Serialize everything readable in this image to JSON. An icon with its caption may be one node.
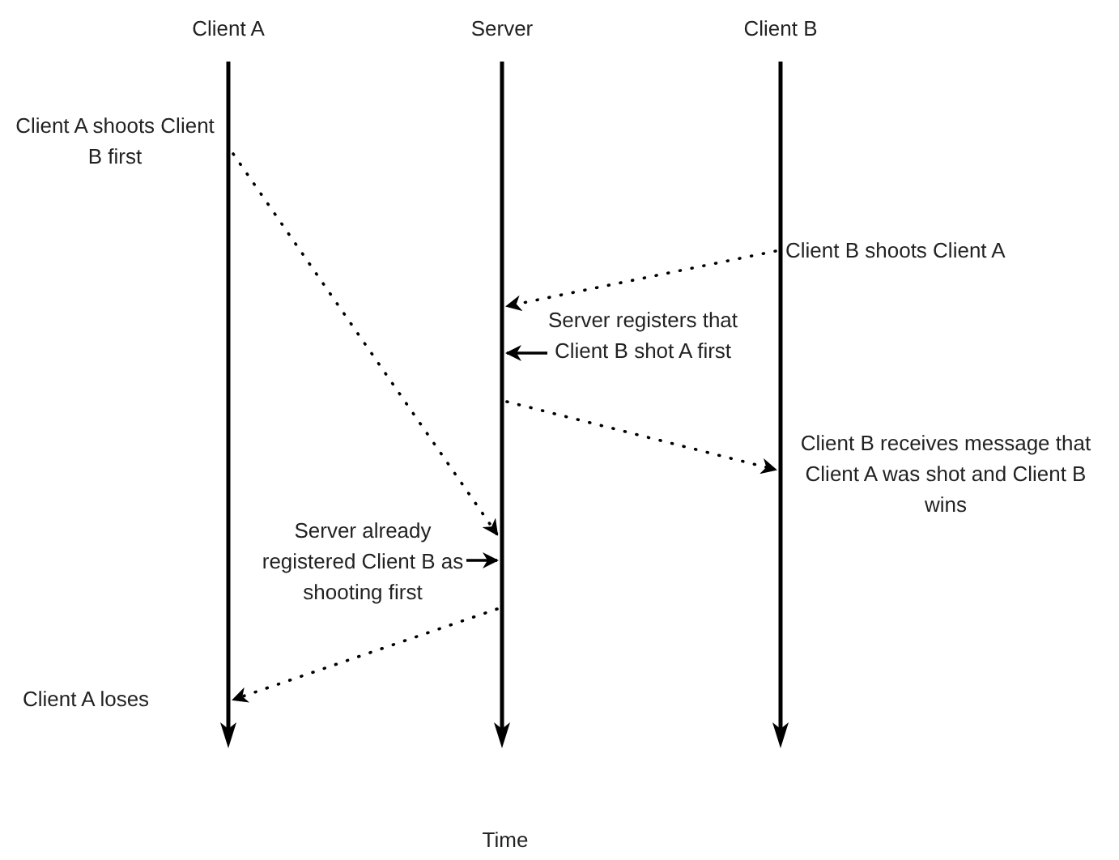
{
  "diagram": {
    "nodes": [
      {
        "text": [],
        "shape": "bar"
      },
      {
        "text": [],
        "shape": "bar"
      },
      {
        "text": [],
        "shape": "bar"
      },
      {
        "text": [
          "Client A shoots Client B first"
        ]
      },
      {
        "text": [
          "Client B shoots Client A"
        ]
      },
      {
        "text": [
          "Server registers that Client B shot A first"
        ]
      },
      {
        "text": [
          "Client B receives message that Client A was shot and Client B wins"
        ]
      },
      {
        "text": [
          "Server already registered Client B as shooting first"
        ]
      },
      {
        "text": [
          "Client A loses"
        ]
      }
    ],
    "edges": [
      {
        "from": 0,
        "to": 1,
        "arrow": "to",
        "style": "dashed"
      },
      {
        "from": 2,
        "to": 1,
        "arrow": "to",
        "style": "dashed"
      },
      {
        "from": 5,
        "to": 1,
        "arrow": "to"
      },
      {
        "from": 1,
        "to": 2,
        "arrow": "to",
        "style": "dashed"
      },
      {
        "from": 7,
        "to": 1,
        "arrow": "to"
      },
      {
        "from": 1,
        "to": 0,
        "arrow": "to",
        "style": "dashed"
      }
    ],
    "labels": [
      "Client A",
      "Server",
      "Client B",
      "Time"
    ]
  }
}
